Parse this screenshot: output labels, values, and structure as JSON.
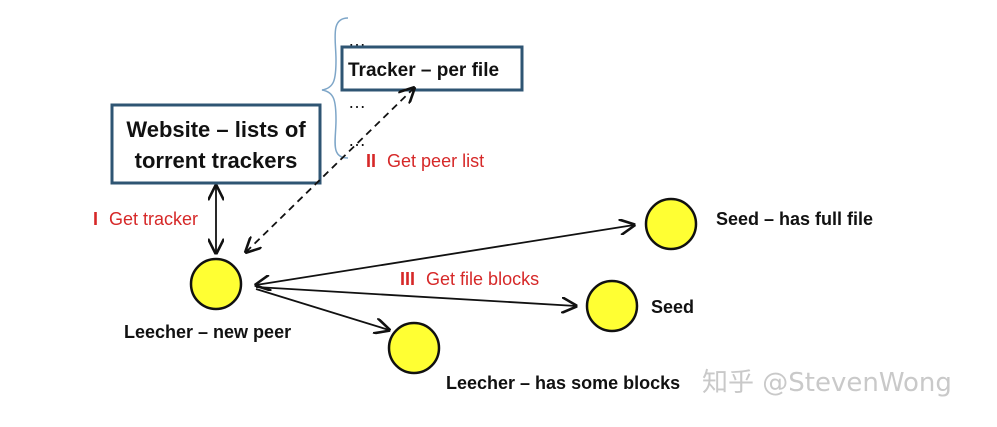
{
  "website_box": {
    "line1": "Website – lists of",
    "line2": "torrent trackers"
  },
  "tracker_box": {
    "label": "Tracker – per file",
    "dots_above": "…",
    "dots_below_1": "…",
    "dots_below_2": "…"
  },
  "edges": {
    "get_tracker_numeral": "I",
    "get_tracker_text": "Get tracker",
    "get_peer_list_numeral": "II",
    "get_peer_list_text": "Get peer list",
    "get_file_blocks_numeral": "III",
    "get_file_blocks_text": "Get file blocks"
  },
  "nodes": {
    "leecher_new": "Leecher – new peer",
    "seed_full": "Seed – has full file",
    "seed": "Seed",
    "leecher_some": "Leecher – has some blocks"
  },
  "watermark": "知乎 @StevenWong",
  "colors": {
    "box_border": "#2f5573",
    "node_fill": "#ffff33",
    "label_red": "#d62828"
  }
}
